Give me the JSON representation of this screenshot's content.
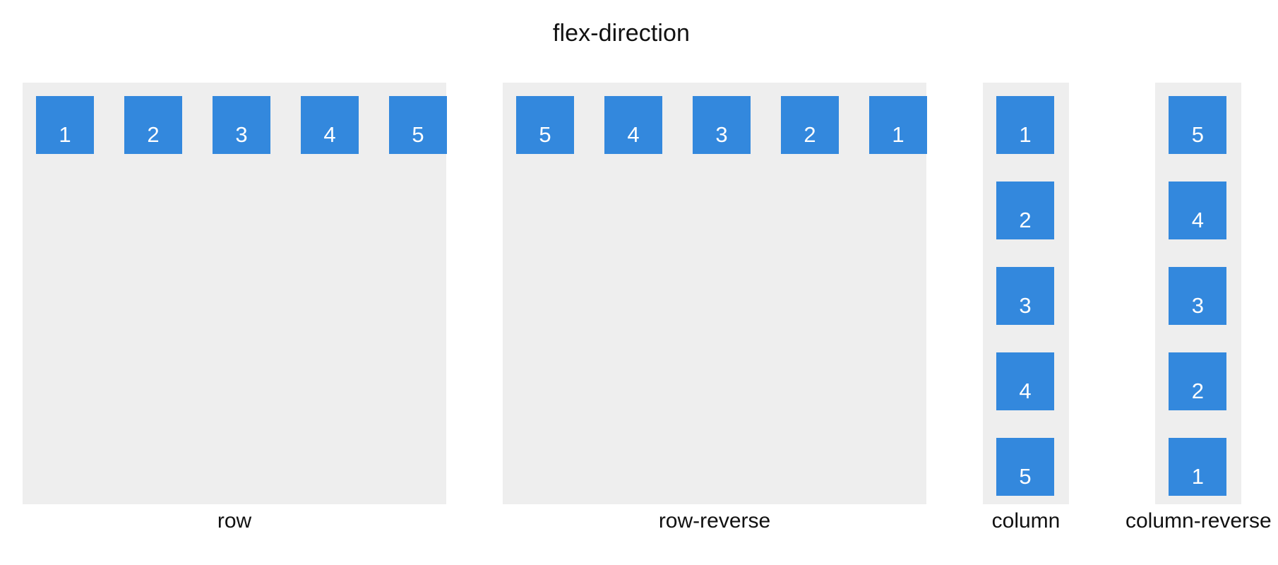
{
  "figure": {
    "title": "flex-direction",
    "item_labels": [
      "1",
      "2",
      "3",
      "4",
      "5"
    ],
    "colors": {
      "item_background": "#3388dd",
      "item_text": "#ffffff",
      "container_background": "#eeeeee",
      "page_background": "#ffffff",
      "text": "#111111"
    }
  },
  "demos": [
    {
      "caption": "row",
      "direction": "row",
      "size": "wide",
      "visual_order": [
        "1",
        "2",
        "3",
        "4",
        "5"
      ]
    },
    {
      "caption": "row-reverse",
      "direction": "row-reverse",
      "size": "wide",
      "visual_order": [
        "5",
        "4",
        "3",
        "2",
        "1"
      ]
    },
    {
      "caption": "column",
      "direction": "column",
      "size": "narrow",
      "visual_order": [
        "1",
        "2",
        "3",
        "4",
        "5"
      ]
    },
    {
      "caption": "column-reverse",
      "direction": "column-reverse",
      "size": "narrow",
      "visual_order": [
        "5",
        "4",
        "3",
        "2",
        "1"
      ]
    }
  ]
}
